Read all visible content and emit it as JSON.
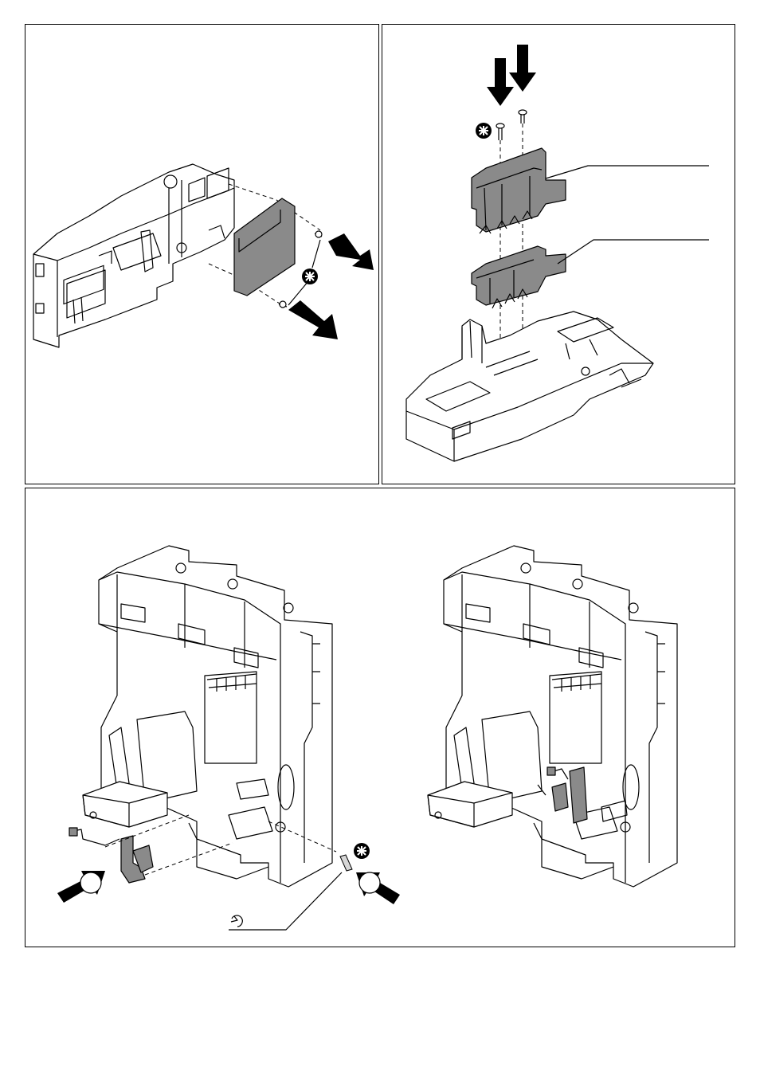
{
  "panels": [
    {
      "id": "panel-a",
      "content": "remove-cover-plate"
    },
    {
      "id": "panel-b",
      "content": "insert-modules"
    },
    {
      "id": "panel-c",
      "content": "install-connector-before-after"
    }
  ],
  "icons": {
    "screwdriver_symbol": "phillips-screwdriver-icon",
    "torque_symbol": "torque-wrench-icon",
    "direction_arrow": "arrow-icon"
  },
  "colors": {
    "line": "#000000",
    "part_fill": "#8a8a8a",
    "background": "#ffffff"
  }
}
